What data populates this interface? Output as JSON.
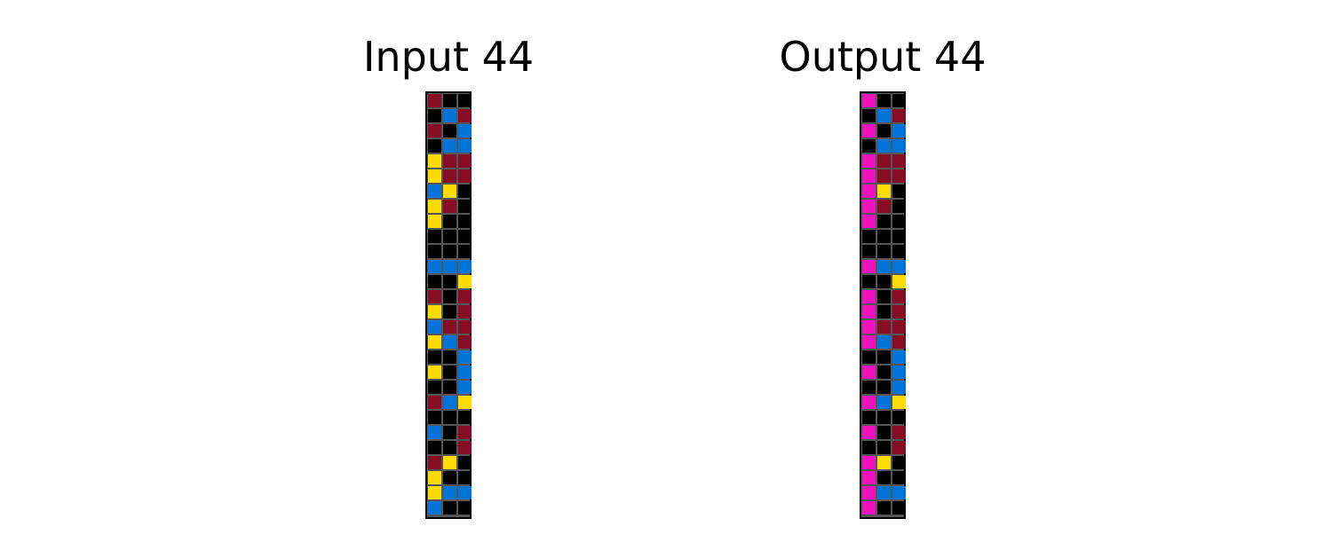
{
  "palette": {
    "0": "#000000",
    "1": "#0074D9",
    "4": "#FFDC00",
    "6": "#F012BE",
    "9": "#870C25",
    "grid_line": "#555555",
    "border": "#000000"
  },
  "panels": [
    {
      "title": "Input 44",
      "cells": [
        [
          9,
          0,
          0
        ],
        [
          0,
          1,
          9
        ],
        [
          9,
          0,
          1
        ],
        [
          0,
          1,
          1
        ],
        [
          4,
          9,
          9
        ],
        [
          4,
          9,
          9
        ],
        [
          1,
          4,
          0
        ],
        [
          4,
          9,
          0
        ],
        [
          4,
          0,
          0
        ],
        [
          0,
          0,
          0
        ],
        [
          0,
          0,
          0
        ],
        [
          1,
          1,
          1
        ],
        [
          0,
          0,
          4
        ],
        [
          9,
          0,
          9
        ],
        [
          4,
          0,
          9
        ],
        [
          1,
          9,
          9
        ],
        [
          4,
          1,
          9
        ],
        [
          0,
          0,
          1
        ],
        [
          4,
          0,
          1
        ],
        [
          0,
          0,
          1
        ],
        [
          9,
          1,
          4
        ],
        [
          0,
          0,
          0
        ],
        [
          1,
          0,
          9
        ],
        [
          0,
          0,
          9
        ],
        [
          9,
          4,
          0
        ],
        [
          4,
          0,
          0
        ],
        [
          4,
          1,
          1
        ],
        [
          1,
          0,
          0
        ]
      ]
    },
    {
      "title": "Output 44",
      "cells": [
        [
          6,
          0,
          0
        ],
        [
          0,
          1,
          9
        ],
        [
          6,
          0,
          1
        ],
        [
          0,
          1,
          1
        ],
        [
          6,
          9,
          9
        ],
        [
          6,
          9,
          9
        ],
        [
          6,
          4,
          0
        ],
        [
          6,
          9,
          0
        ],
        [
          6,
          0,
          0
        ],
        [
          0,
          0,
          0
        ],
        [
          0,
          0,
          0
        ],
        [
          6,
          1,
          1
        ],
        [
          0,
          0,
          4
        ],
        [
          6,
          0,
          9
        ],
        [
          6,
          0,
          9
        ],
        [
          6,
          9,
          9
        ],
        [
          6,
          1,
          9
        ],
        [
          0,
          0,
          1
        ],
        [
          6,
          0,
          1
        ],
        [
          0,
          0,
          1
        ],
        [
          6,
          1,
          4
        ],
        [
          0,
          0,
          0
        ],
        [
          6,
          0,
          9
        ],
        [
          0,
          0,
          9
        ],
        [
          6,
          4,
          0
        ],
        [
          6,
          0,
          0
        ],
        [
          6,
          1,
          1
        ],
        [
          6,
          0,
          0
        ]
      ]
    }
  ]
}
